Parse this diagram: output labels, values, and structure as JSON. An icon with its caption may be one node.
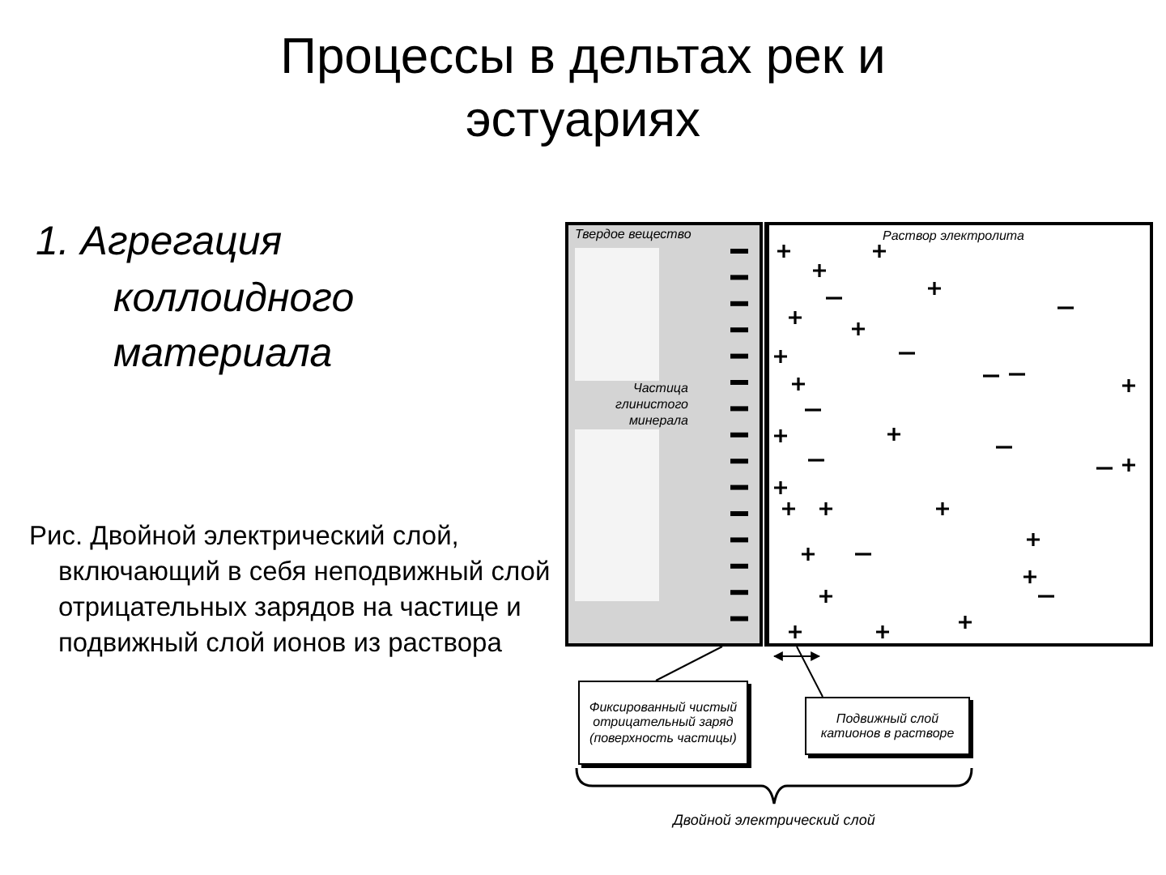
{
  "diagram": {
    "title": "Процессы в дельтах рек и эстуариях",
    "caption": "Рис. Двойной электрический слой, включающий в себя неподвижный слой отрицательных зарядов на частице и подвижный слой ионов из раствора",
    "nodes": [
      {
        "text": [
          "Твердое вещество",
          "Частица глинистого минерала"
        ]
      },
      {
        "text": [
          "Раствор электролита"
        ]
      },
      {
        "text": [
          "Фиксированный чистый отрицательный заряд (поверхность частицы)"
        ]
      },
      {
        "text": [
          "Подвижный слой катионов в растворе"
        ]
      }
    ],
    "edges": [
      {
        "from": 2,
        "to": 0,
        "arrow": "none"
      },
      {
        "from": 3,
        "to": 1,
        "arrow": "none"
      }
    ],
    "labels": [
      "1. Агрегация коллоидного материала",
      "Двойной электрический слой"
    ]
  }
}
